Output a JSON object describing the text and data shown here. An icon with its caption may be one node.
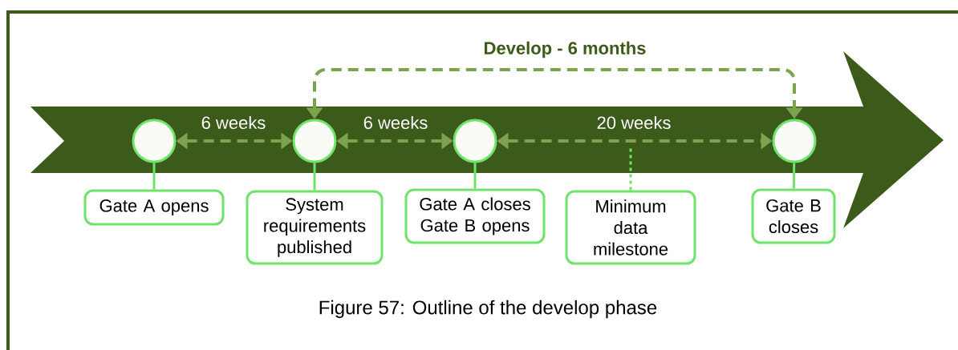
{
  "diagram": {
    "caption": "Figure 57: Outline of the develop phase",
    "nodes": [
      {
        "text": [],
        "shape": "circle"
      },
      {
        "text": [],
        "shape": "circle"
      },
      {
        "text": [],
        "shape": "circle"
      },
      {
        "text": [],
        "shape": "circle"
      },
      {
        "text": [
          "Gate A opens"
        ]
      },
      {
        "text": [
          "System requirements published"
        ]
      },
      {
        "text": [
          "Gate A closes Gate B opens"
        ]
      },
      {
        "text": [
          "Minimum data milestone"
        ]
      },
      {
        "text": [
          "Gate B closes"
        ]
      }
    ],
    "edges": [
      {
        "from": 0,
        "to": 1,
        "arrow": "both",
        "label": "6 weeks",
        "style": "dashed",
        "color": "#7ba44f"
      },
      {
        "from": 1,
        "to": 2,
        "arrow": "both",
        "label": "6 weeks",
        "style": "dashed",
        "color": "#7ba44f"
      },
      {
        "from": 2,
        "to": 3,
        "arrow": "both",
        "label": "20 weeks",
        "style": "dashed",
        "color": "#7ba44f"
      },
      {
        "from": 1,
        "to": 3,
        "arrow": "both",
        "label": "Develop - 6 months",
        "style": "dashed",
        "color": "#7ba44f"
      },
      {
        "from": 0,
        "to": 4,
        "arrow": "none"
      },
      {
        "from": 1,
        "to": 5,
        "arrow": "none"
      },
      {
        "from": 2,
        "to": 6,
        "arrow": "none"
      },
      {
        "from": 3,
        "to": 8,
        "arrow": "none"
      },
      {
        "from": 7,
        "to": null,
        "arrow": "none",
        "style": "dashed"
      }
    ]
  }
}
